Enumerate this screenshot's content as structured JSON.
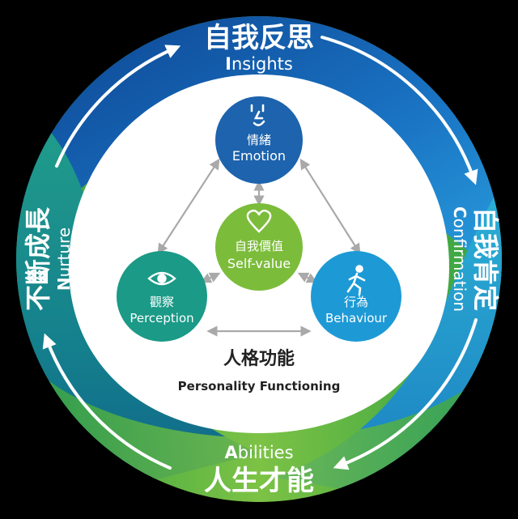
{
  "outer": {
    "top": {
      "zh": "自我反思",
      "en_first": "I",
      "en_rest": "nsights"
    },
    "right": {
      "zh": "自我肯定",
      "en_first": "C",
      "en_rest": "onfirmation"
    },
    "bottom": {
      "zh": "人生才能",
      "en_first": "A",
      "en_rest": "bilities"
    },
    "left": {
      "zh": "不斷成長",
      "en_first": "N",
      "en_rest": "urture"
    }
  },
  "nodes": {
    "emotion": {
      "zh": "情緒",
      "en": "Emotion",
      "icon": "face-icon",
      "color": "#1d63ad"
    },
    "self_value": {
      "zh": "自我價值",
      "en": "Self-value",
      "icon": "heart-icon",
      "color": "#7cbc3b"
    },
    "perception": {
      "zh": "觀察",
      "en": "Perception",
      "icon": "eye-icon",
      "color": "#1a9a87"
    },
    "behaviour": {
      "zh": "行為",
      "en": "Behaviour",
      "icon": "running-icon",
      "color": "#1d9ad6"
    }
  },
  "center": {
    "zh": "人格功能",
    "en": "Personality Functioning"
  },
  "colors": {
    "ring_green": "#2fa33c",
    "ring_blue": "#0f5aa6",
    "ring_cyan": "#12a0c8",
    "ring_teal": "#1a8f87",
    "arrow": "#a9a9a9",
    "text_dark": "#222222"
  }
}
